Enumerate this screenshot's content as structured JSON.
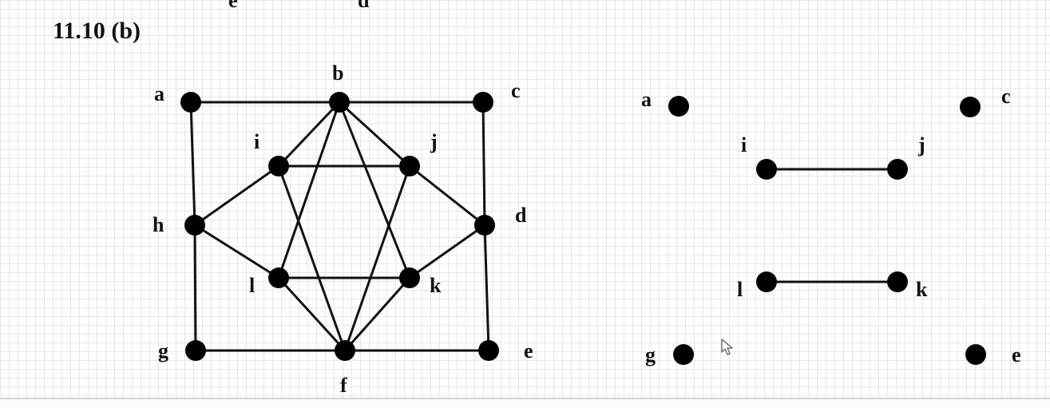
{
  "heading": "11.10 (b)",
  "top_cut_labels": [
    "e",
    "d"
  ],
  "left_graph": {
    "vertices": [
      {
        "id": "a",
        "label": "a"
      },
      {
        "id": "b",
        "label": "b"
      },
      {
        "id": "c",
        "label": "c"
      },
      {
        "id": "i",
        "label": "i"
      },
      {
        "id": "j",
        "label": "j"
      },
      {
        "id": "h",
        "label": "h"
      },
      {
        "id": "d",
        "label": "d"
      },
      {
        "id": "l",
        "label": "l"
      },
      {
        "id": "k",
        "label": "k"
      },
      {
        "id": "g",
        "label": "g"
      },
      {
        "id": "f",
        "label": "f"
      },
      {
        "id": "e",
        "label": "e"
      }
    ],
    "edges": [
      [
        "a",
        "b"
      ],
      [
        "b",
        "c"
      ],
      [
        "a",
        "h"
      ],
      [
        "h",
        "g"
      ],
      [
        "c",
        "d"
      ],
      [
        "d",
        "e"
      ],
      [
        "g",
        "f"
      ],
      [
        "f",
        "e"
      ],
      [
        "b",
        "i"
      ],
      [
        "b",
        "j"
      ],
      [
        "b",
        "l"
      ],
      [
        "b",
        "k"
      ],
      [
        "i",
        "j"
      ],
      [
        "l",
        "k"
      ],
      [
        "h",
        "i"
      ],
      [
        "h",
        "l"
      ],
      [
        "j",
        "d"
      ],
      [
        "k",
        "d"
      ],
      [
        "i",
        "f"
      ],
      [
        "j",
        "f"
      ],
      [
        "l",
        "f"
      ],
      [
        "k",
        "f"
      ]
    ]
  },
  "right_graph": {
    "vertices": [
      {
        "id": "a",
        "label": "a"
      },
      {
        "id": "c",
        "label": "c"
      },
      {
        "id": "i",
        "label": "i"
      },
      {
        "id": "j",
        "label": "j"
      },
      {
        "id": "l",
        "label": "l"
      },
      {
        "id": "k",
        "label": "k"
      },
      {
        "id": "g",
        "label": "g"
      },
      {
        "id": "e",
        "label": "e"
      }
    ],
    "edges": [
      [
        "i",
        "j"
      ],
      [
        "l",
        "k"
      ]
    ]
  },
  "icons": {
    "cursor": "mouse-pointer-icon"
  }
}
